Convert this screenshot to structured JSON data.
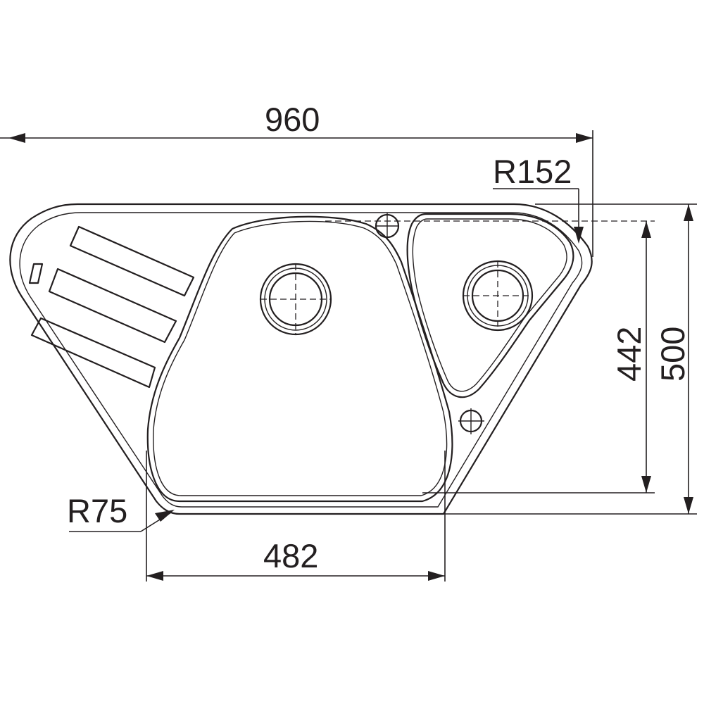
{
  "dimensions": {
    "overall_width": "960",
    "overall_depth": "500",
    "bowl_depth": "442",
    "bowl_width": "482",
    "corner_radius_large": "R152",
    "corner_radius_small": "R75"
  },
  "colors": {
    "line": "#231f20",
    "background": "#ffffff"
  }
}
